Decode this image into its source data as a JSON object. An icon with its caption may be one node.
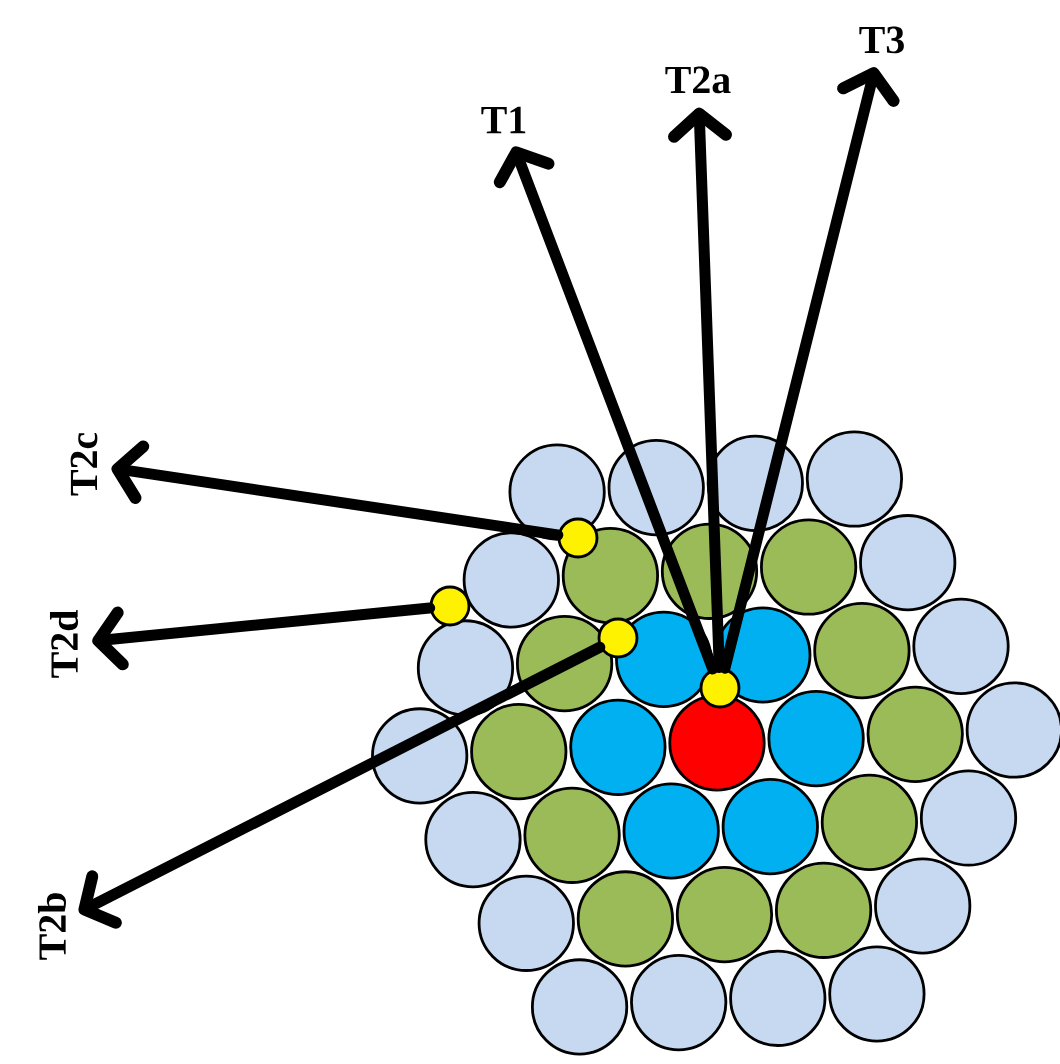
{
  "diagram": {
    "nodes": [
      {
        "text": [
          "T3"
        ]
      },
      {
        "text": [
          "T2a"
        ]
      },
      {
        "text": [
          "T1"
        ]
      },
      {
        "text": [
          "T2c"
        ]
      },
      {
        "text": [
          "T2d"
        ]
      },
      {
        "text": [
          "T2b"
        ]
      },
      {
        "text": [],
        "shape": "circle"
      },
      {
        "text": [],
        "shape": "circle"
      },
      {
        "text": [],
        "shape": "circle"
      },
      {
        "text": [],
        "shape": "circle"
      }
    ],
    "edges": [
      {
        "from": 9,
        "to": 2,
        "arrow": "to"
      },
      {
        "from": 9,
        "to": 1,
        "arrow": "to"
      },
      {
        "from": 9,
        "to": 0,
        "arrow": "to"
      },
      {
        "from": 6,
        "to": 3,
        "arrow": "to"
      },
      {
        "from": 7,
        "to": 4,
        "arrow": "to"
      },
      {
        "from": 8,
        "to": 5,
        "arrow": "to"
      }
    ]
  }
}
